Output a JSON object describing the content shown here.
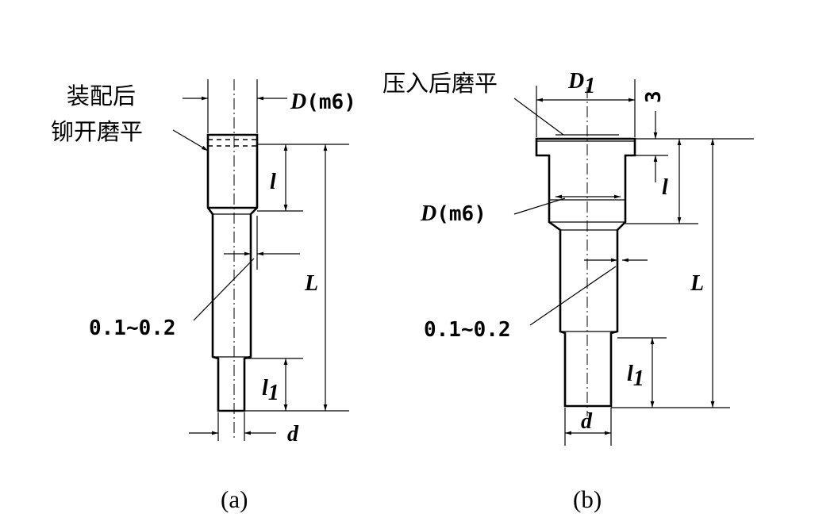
{
  "figure_a": {
    "note_line1": "装配后",
    "note_line2": "铆开磨平",
    "dim_D": "D",
    "dim_D_tol": "(m6)",
    "dim_l": "l",
    "dim_L": "L",
    "dim_l1": "l",
    "dim_l1_sub": "1",
    "dim_d": "d",
    "clearance": "0.1~0.2",
    "caption": "(a)"
  },
  "figure_b": {
    "note": "压入后磨平",
    "dim_D1": "D",
    "dim_D1_sub": "1",
    "dim_3": "3",
    "dim_D": "D",
    "dim_D_tol": "(m6)",
    "dim_l": "l",
    "dim_L": "L",
    "dim_l1": "l",
    "dim_l1_sub": "1",
    "dim_d": "d",
    "clearance": "0.1~0.2",
    "caption": "(b)"
  }
}
